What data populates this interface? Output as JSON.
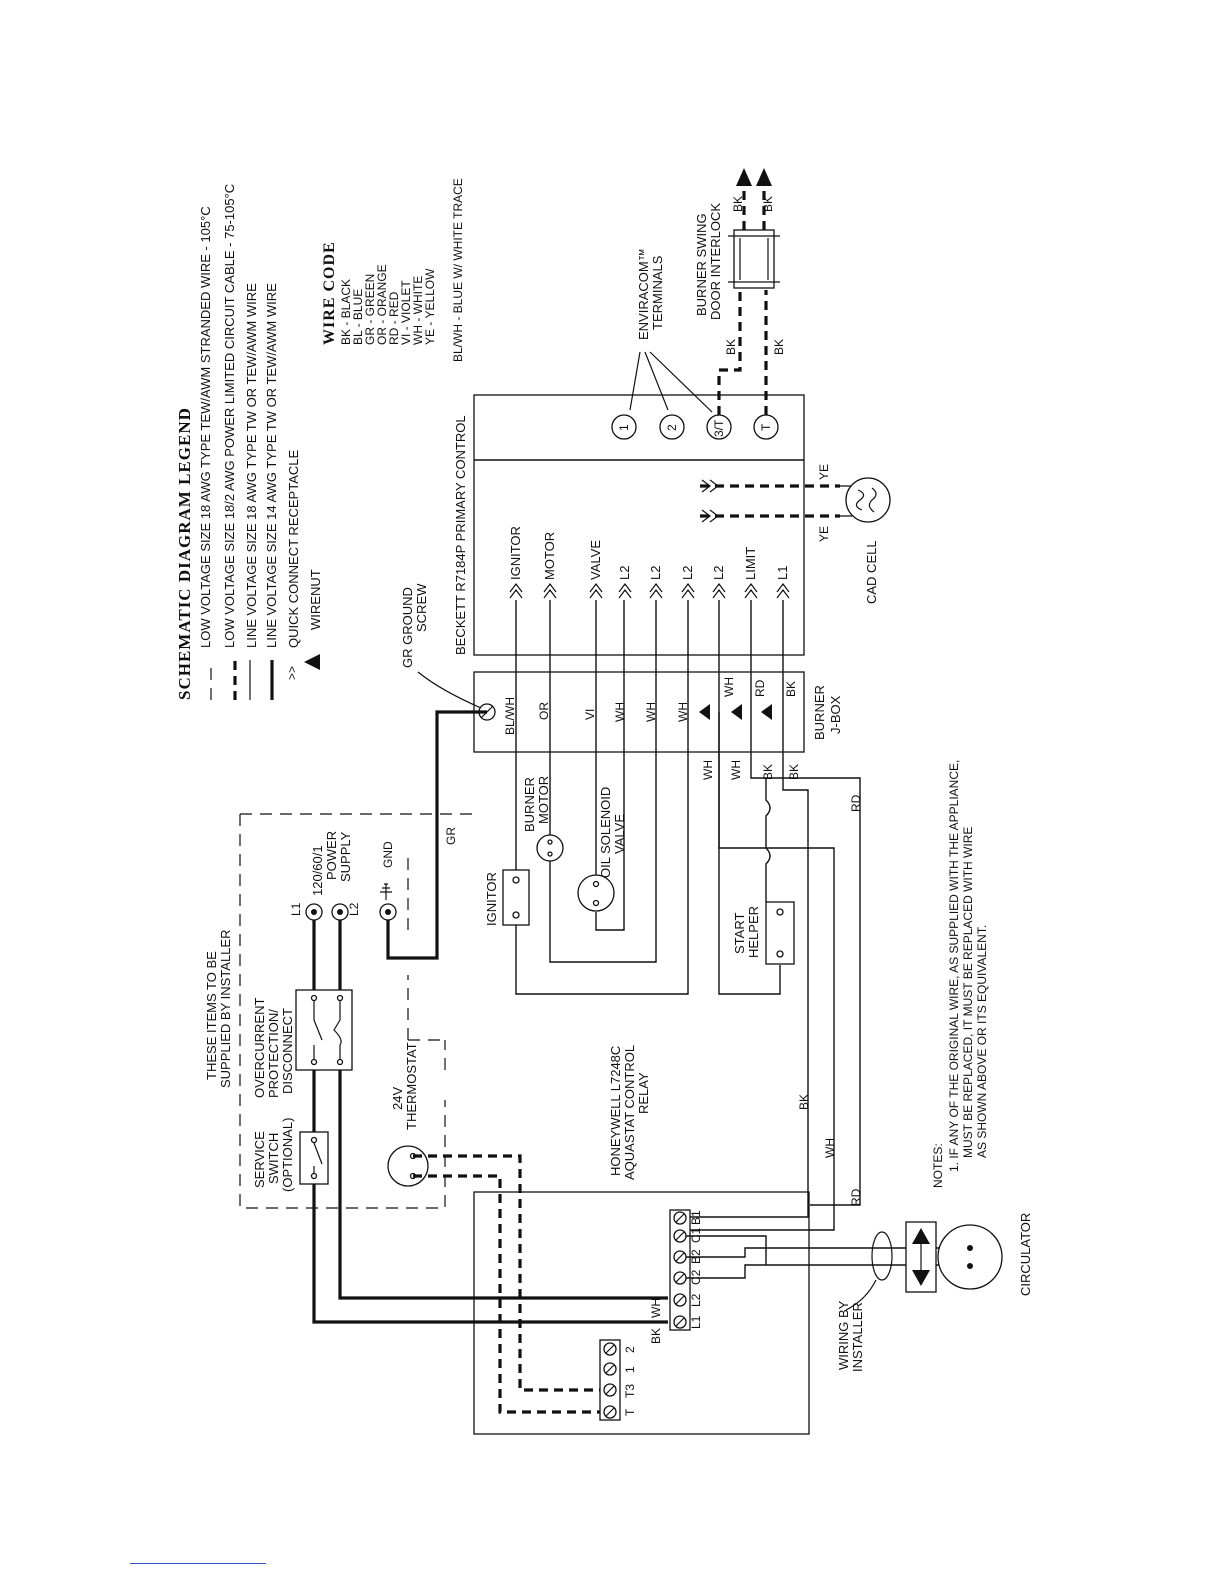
{
  "legend": {
    "title": "SCHEMATIC DIAGRAM LEGEND",
    "items": [
      "LOW VOLTAGE SIZE 18 AWG TYPE TEW/AWM STRANDED WIRE - 105°C",
      "LOW VOLTAGE SIZE 18/2 AWG POWER LIMITED CIRCUIT CABLE - 75-105°C",
      "LINE VOLTAGE SIZE 18 AWG TYPE TW OR TEW/AWM WIRE",
      "LINE VOLTAGE SIZE 14 AWG TYPE TW OR TEW/AWM WIRE",
      "QUICK CONNECT RECEPTACLE",
      "WIRENUT"
    ],
    "symbols": [
      ">>"
    ]
  },
  "wire_code": {
    "title": "WIRE CODE",
    "items": [
      "BK - BLACK",
      "BL - BLUE",
      "GR - GREEN",
      "OR - ORANGE",
      "RD - RED",
      "VI - VIOLET",
      "WH - WHITE",
      "YE - YELLOW",
      "BL/WH - BLUE W/ WHITE TRACE"
    ]
  },
  "primary_control": {
    "title": "BECKETT R7184P PRIMARY CONTROL",
    "terminals": [
      "IGNITOR",
      "MOTOR",
      "VALVE",
      "L2",
      "L2",
      "L2",
      "L2",
      "LIMIT",
      "L1"
    ],
    "enviracom_label": [
      "ENVIRACOM™",
      "TERMINALS"
    ],
    "enviracom_terminals": [
      "1",
      "2",
      "3/T",
      "T"
    ]
  },
  "jbox": {
    "label": [
      "BURNER",
      "J-BOX"
    ],
    "wires": [
      "BL/WH",
      "OR",
      "VI",
      "WH",
      "WH",
      "WH",
      "WH",
      "RD",
      "BK"
    ]
  },
  "ground_screw": [
    "GR GROUND",
    "SCREW"
  ],
  "door_interlock": {
    "label": [
      "BURNER SWING",
      "DOOR INTERLOCK"
    ],
    "wires": [
      "BK",
      "BK",
      "BK",
      "BK"
    ]
  },
  "cad_cell": {
    "label": "CAD CELL",
    "wires": [
      "YE",
      "YE"
    ]
  },
  "components": {
    "ignitor": "IGNITOR",
    "burner_motor": [
      "BURNER",
      "MOTOR"
    ],
    "oil_valve": [
      "OIL SOLENOID",
      "VALVE"
    ],
    "start_helper": [
      "START",
      "HELPER"
    ],
    "circulator": "CIRCULATOR",
    "wiring_by_installer": [
      "WIRING BY",
      "INSTALLER"
    ]
  },
  "installer_items": {
    "title": [
      "THESE ITEMS TO BE",
      "SUPPLIED BY INSTALLER"
    ],
    "service_switch": [
      "SERVICE",
      "SWITCH",
      "(OPTIONAL)"
    ],
    "overcurrent": [
      "OVERCURRENT",
      "PROTECTION/",
      "DISCONNECT"
    ],
    "thermostat": [
      "24V",
      "THERMOSTAT"
    ],
    "power_supply": [
      "120/60/1",
      "POWER",
      "SUPPLY"
    ],
    "power_terminals": [
      "L1",
      "L2"
    ],
    "gnd": "GND"
  },
  "aquastat": {
    "title": [
      "HONEYWELL L7248C",
      "AQUASTAT CONTROL",
      "RELAY"
    ],
    "terminals_main": [
      "L1",
      "L2",
      "C2",
      "B2",
      "C1",
      "B1"
    ],
    "terminals_tt": [
      "T",
      "T3",
      "1",
      "2"
    ]
  },
  "wire_labels": {
    "gr": "GR",
    "wh": "WH",
    "bk": "BK",
    "rd": "RD"
  },
  "notes": {
    "heading": "NOTES:",
    "lines": [
      "1. IF ANY OF THE ORIGINAL WIRE, AS SUPPLIED WITH THE APPLIANCE,",
      "MUST BE REPLACED, IT MUST BE REPLACED WITH WIRE",
      "AS SHOWN ABOVE OR ITS EQUIVALENT."
    ]
  }
}
